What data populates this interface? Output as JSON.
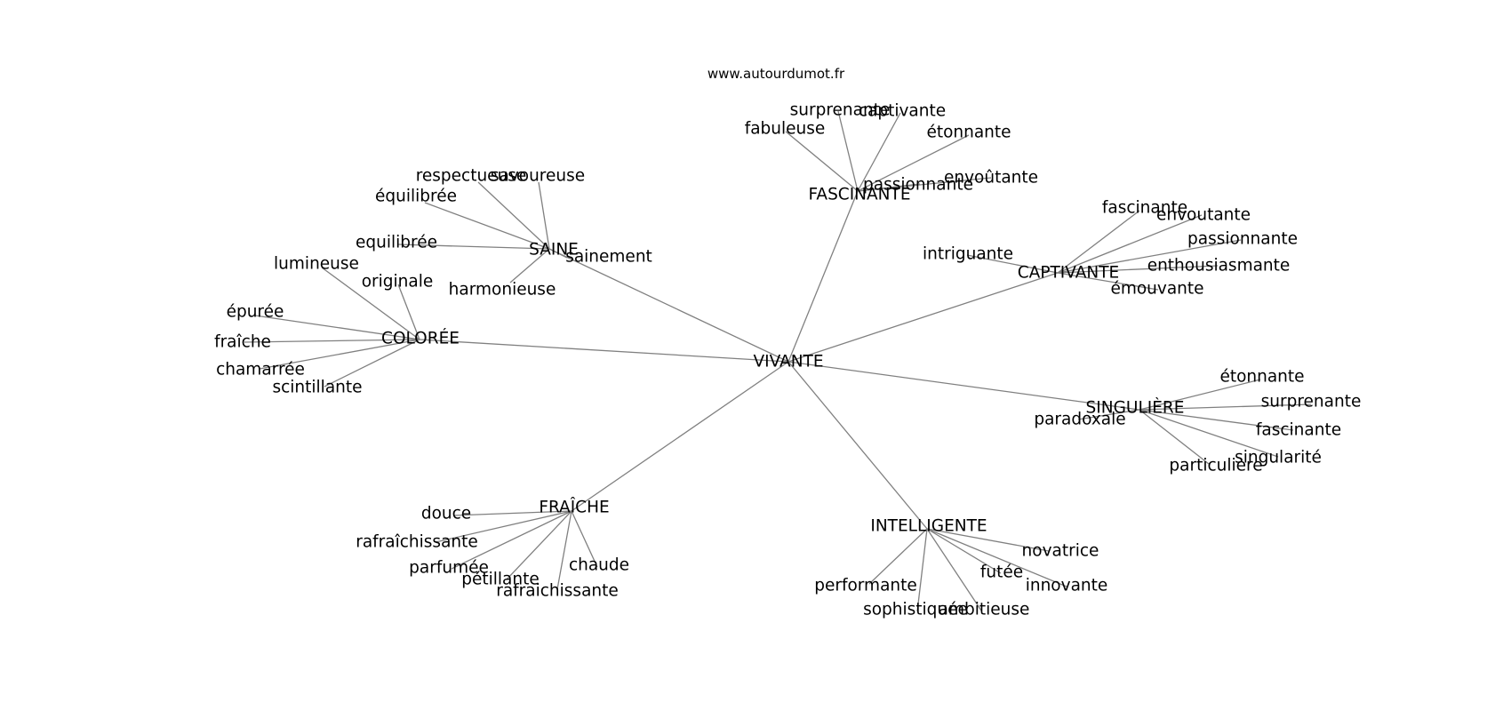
{
  "source": "www.autourdumot.fr",
  "graph": {
    "root": "VIVANTE",
    "branches": [
      {
        "id": "saine",
        "word": "SAINE",
        "words": [
          "respectueuse",
          "savoureuse",
          "équilibrée",
          "equilibrée",
          "sainement",
          "harmonieuse"
        ]
      },
      {
        "id": "fascinante",
        "word": "FASCINANTE",
        "words": [
          "surprenante",
          "captivante",
          "fabuleuse",
          "étonnante",
          "passionnante",
          "envoûtante"
        ]
      },
      {
        "id": "captivante",
        "word": "CAPTIVANTE",
        "words": [
          "fascinante",
          "envoutante",
          "passionnante",
          "intriguante",
          "enthousiasmante",
          "émouvante"
        ]
      },
      {
        "id": "coloree",
        "word": "COLORÉE",
        "words": [
          "lumineuse",
          "originale",
          "épurée",
          "fraîche",
          "chamarrée",
          "scintillante"
        ]
      },
      {
        "id": "singuliere",
        "word": "SINGULIÈRE",
        "words": [
          "étonnante",
          "surprenante",
          "paradoxale",
          "fascinante",
          "singularité",
          "particulière"
        ]
      },
      {
        "id": "fraiche",
        "word": "FRAÎCHE",
        "words": [
          "douce",
          "rafraîchissante",
          "parfumée",
          "chaude",
          "pétillante",
          "rafraichissante"
        ]
      },
      {
        "id": "intelligente",
        "word": "INTELLIGENTE",
        "words": [
          "novatrice",
          "futée",
          "performante",
          "innovante",
          "sophistiquée",
          "ambitieuse"
        ]
      }
    ]
  }
}
